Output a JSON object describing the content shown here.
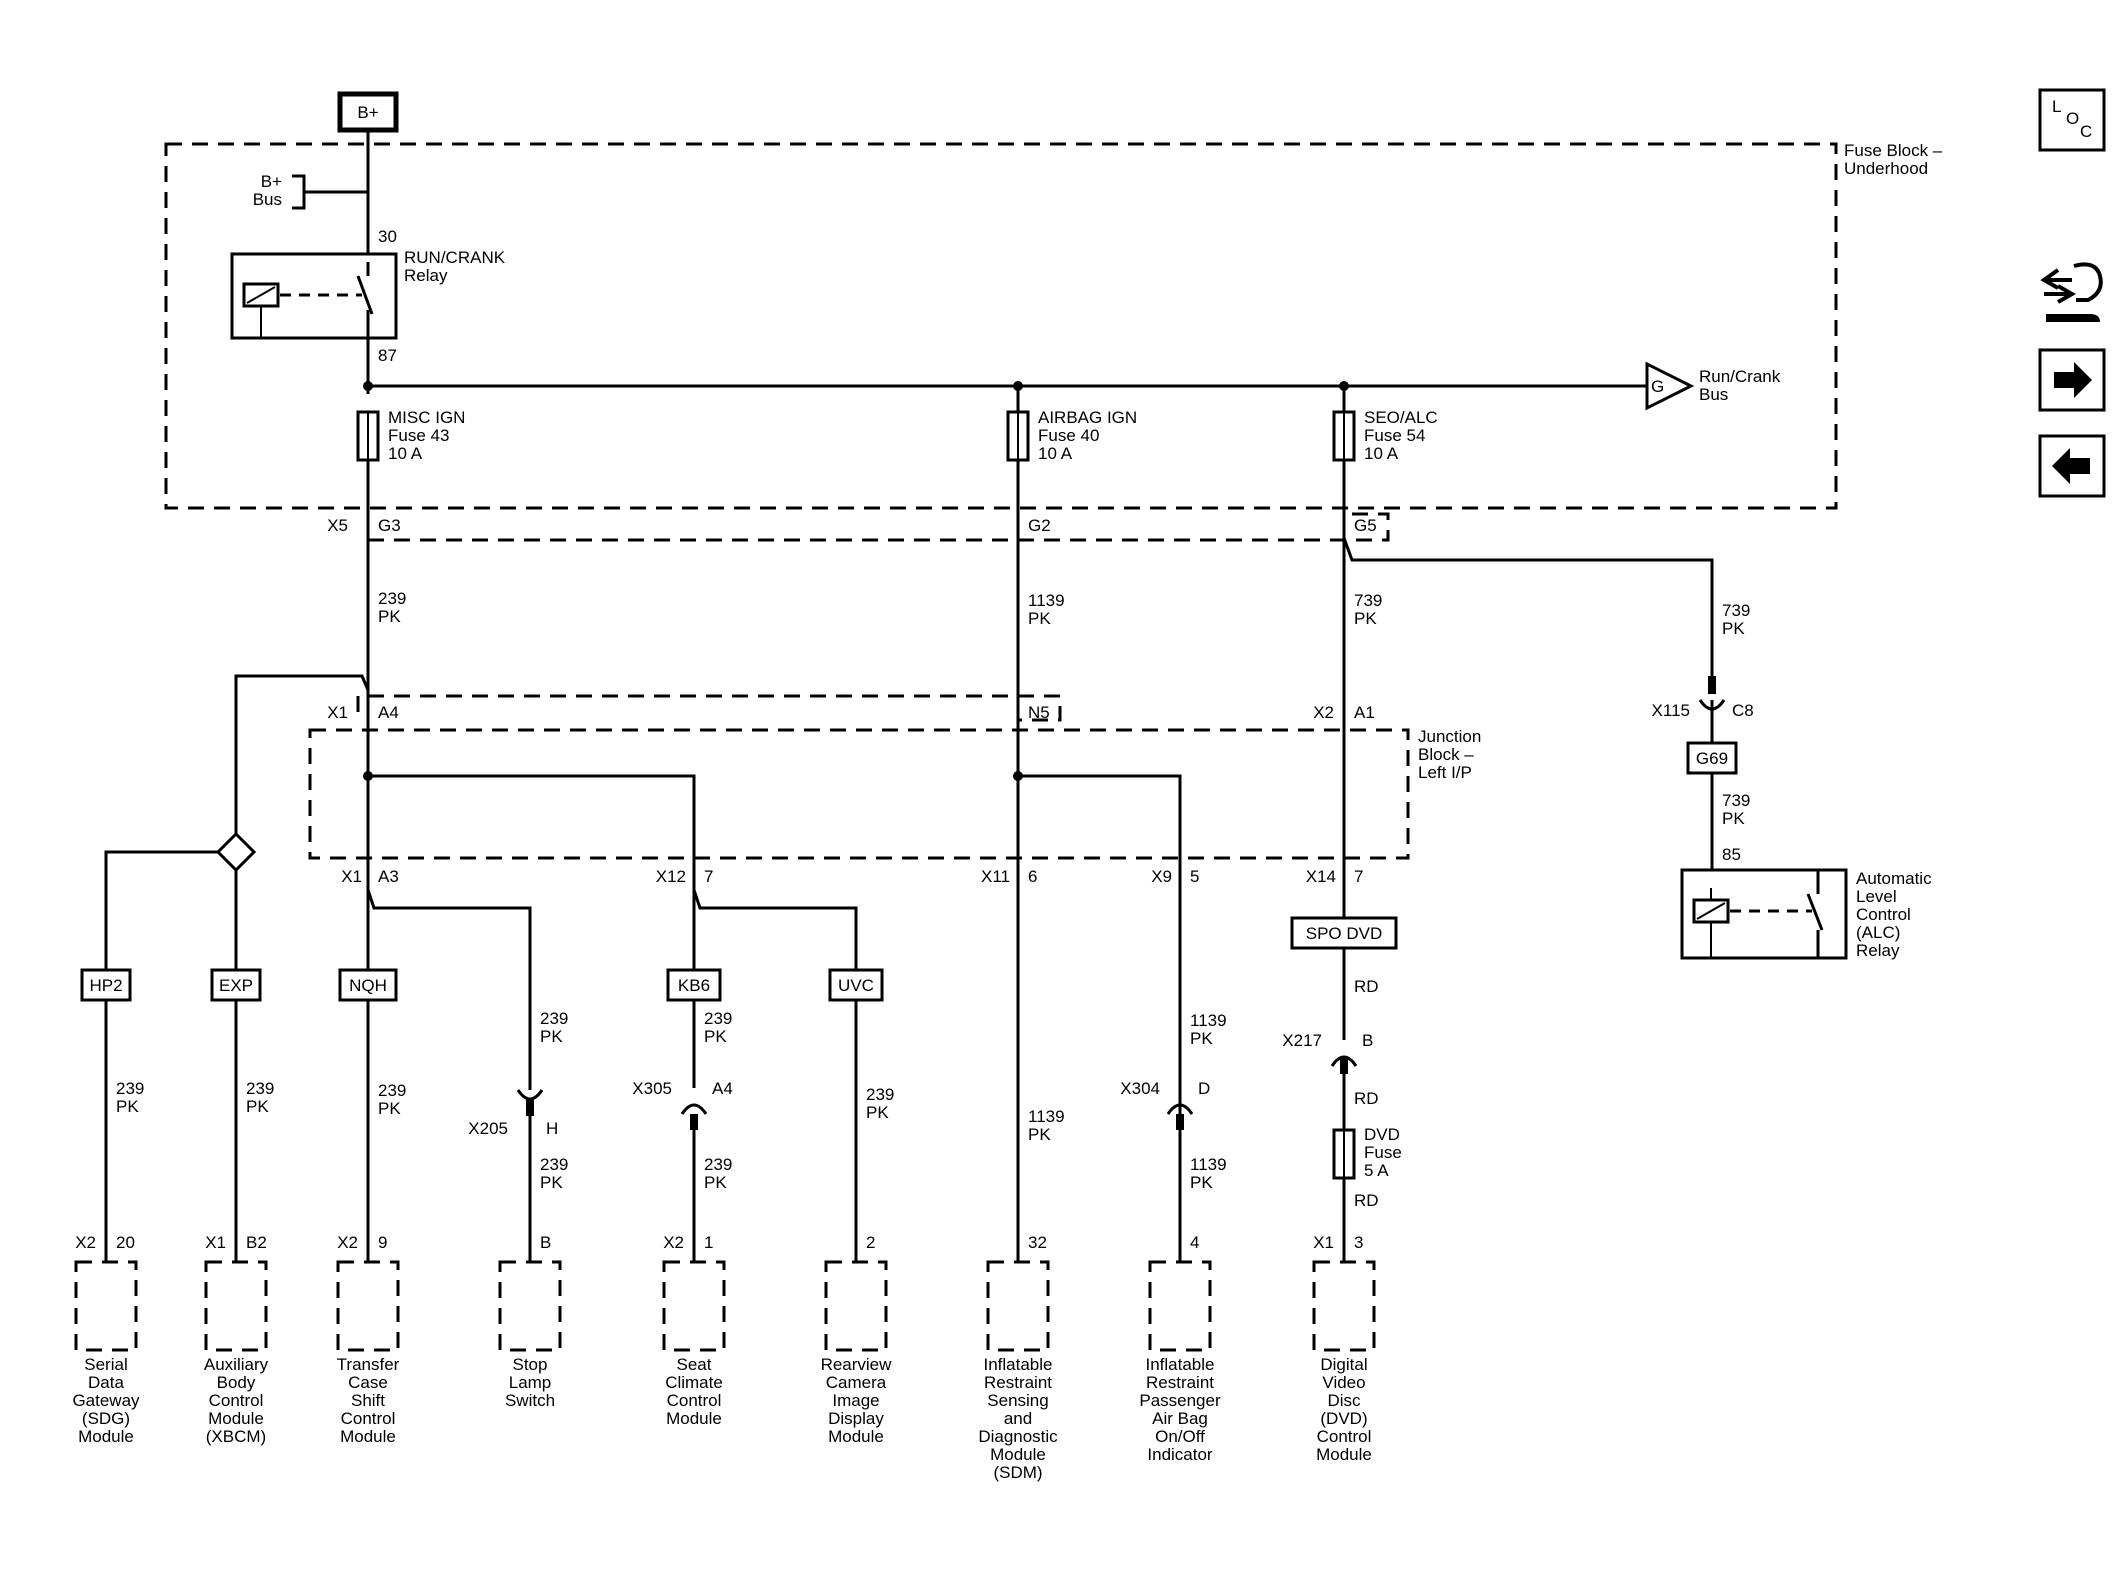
{
  "power": {
    "source": "B+",
    "bus": [
      "B+",
      "Bus"
    ]
  },
  "fuse_block": {
    "title": [
      "Fuse Block –",
      "Underhood"
    ]
  },
  "relay_run": {
    "pin_top": "30",
    "pin_bottom": "87",
    "name": [
      "RUN/CRANK",
      "Relay"
    ]
  },
  "run_crank_bus": {
    "letter": "G",
    "name": [
      "Run/Crank",
      "Bus"
    ]
  },
  "fuses": [
    {
      "name": [
        "MISC IGN",
        "Fuse 43",
        "10 A"
      ]
    },
    {
      "name": [
        "AIRBAG IGN",
        "Fuse 40",
        "10 A"
      ]
    },
    {
      "name": [
        "SEO/ALC",
        "Fuse 54",
        "10 A"
      ]
    }
  ],
  "connectors": {
    "x5": "X5",
    "g3": "G3",
    "g2": "G2",
    "g5": "G5",
    "x1_top": "X1",
    "a4": "A4",
    "n5": "N5",
    "x2_top": "X2",
    "a1": "A1",
    "x1_a3": "X1",
    "a3": "A3",
    "x12": "X12",
    "x12_pin": "7",
    "x11": "X11",
    "x11_pin": "6",
    "x9": "X9",
    "x9_pin": "5",
    "x14": "X14",
    "x14_pin": "7",
    "x115": "X115",
    "c8": "C8",
    "x205": "X205",
    "h": "H",
    "x305": "X305",
    "a4b": "A4",
    "x304": "X304",
    "d": "D",
    "x217": "X217",
    "b": "B"
  },
  "junction_block": {
    "title": [
      "Junction",
      "Block –",
      "Left I/P"
    ]
  },
  "wires": {
    "w239": [
      "239",
      "PK"
    ],
    "w1139": [
      "1139",
      "PK"
    ],
    "w739": [
      "739",
      "PK"
    ],
    "rd": "RD"
  },
  "options": {
    "hp2": "HP2",
    "exp": "EXP",
    "nqh": "NQH",
    "kb6": "KB6",
    "uvc": "UVC",
    "spo": "SPO DVD",
    "g69": "G69"
  },
  "alc_relay": {
    "pin": "85",
    "name": [
      "Automatic",
      "Level",
      "Control",
      "(ALC)",
      "Relay"
    ]
  },
  "dvd_fuse": {
    "name": [
      "DVD",
      "Fuse",
      "5 A"
    ]
  },
  "modules": [
    {
      "conn": "X2",
      "pin": "20",
      "name": [
        "Serial",
        "Data",
        "Gateway",
        "(SDG)",
        "Module"
      ]
    },
    {
      "conn": "X1",
      "pin": "B2",
      "name": [
        "Auxiliary",
        "Body",
        "Control",
        "Module",
        "(XBCM)"
      ]
    },
    {
      "conn": "X2",
      "pin": "9",
      "name": [
        "Transfer",
        "Case",
        "Shift",
        "Control",
        "Module"
      ]
    },
    {
      "conn": "",
      "pin": "B",
      "name": [
        "Stop",
        "Lamp",
        "Switch"
      ]
    },
    {
      "conn": "X2",
      "pin": "1",
      "name": [
        "Seat",
        "Climate",
        "Control",
        "Module"
      ]
    },
    {
      "conn": "",
      "pin": "2",
      "name": [
        "Rearview",
        "Camera",
        "Image",
        "Display",
        "Module"
      ]
    },
    {
      "conn": "",
      "pin": "32",
      "name": [
        "Inflatable",
        "Restraint",
        "Sensing",
        "and",
        "Diagnostic",
        "Module",
        "(SDM)"
      ]
    },
    {
      "conn": "",
      "pin": "4",
      "name": [
        "Inflatable",
        "Restraint",
        "Passenger",
        "Air Bag",
        "On/Off",
        "Indicator"
      ]
    },
    {
      "conn": "X1",
      "pin": "3",
      "name": [
        "Digital",
        "Video",
        "Disc",
        "(DVD)",
        "Control",
        "Module"
      ]
    }
  ],
  "nav": {
    "loc": [
      "L",
      "O",
      "C"
    ]
  }
}
